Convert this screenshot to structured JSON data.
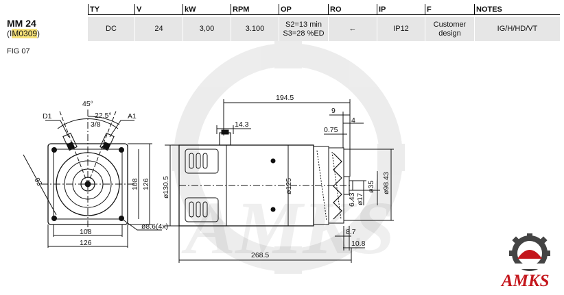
{
  "headers": [
    "TY",
    "V",
    "kW",
    "RPM",
    "OP",
    "RO",
    "IP",
    "F",
    "NOTES"
  ],
  "model": {
    "name": "MM 24",
    "code_prefix": "(",
    "code_plain": "I",
    "code_highlight": "M0309",
    "code_suffix": ")"
  },
  "values": {
    "ty": "DC",
    "v": "24",
    "kw": "3,00",
    "rpm": "3.100",
    "op_line1": "S2=13 min",
    "op_line2": "S3=28 %ED",
    "ro": "←",
    "ip": "IP12",
    "f_line1": "Customer",
    "f_line2": "design",
    "notes": "IG/H/HD/VT"
  },
  "fig_label": "FIG   07",
  "dimensions": {
    "angle_45": "45°",
    "angle_22": "22.5°",
    "thread": "3/8",
    "d1": "D1",
    "a1": "A1",
    "dim_93": "93",
    "dim_108v": "108",
    "dim_126v": "126",
    "dim_108h": "108",
    "dim_126h": "126",
    "hole": "ø8.6(4x)",
    "dim_1945": "194.5",
    "dim_143": "14.3",
    "dim_9": "9",
    "dim_4": "4",
    "dim_075": "0.75",
    "dim_1305": "ø130.5",
    "dim_125": "ø125",
    "dim_35": "ø35",
    "dim_17": "ø17",
    "dim_643": "6.43",
    "dim_9843": "ø98.43",
    "dim_87": "8.7",
    "dim_108b": "10.8",
    "dim_2685": "268.5"
  },
  "logo": {
    "text": "AMKS",
    "watermark": "AMKS"
  },
  "colors": {
    "row_bg": "#e6e6e6",
    "highlight": "#f7e37a",
    "logo_red": "#c4161c"
  }
}
